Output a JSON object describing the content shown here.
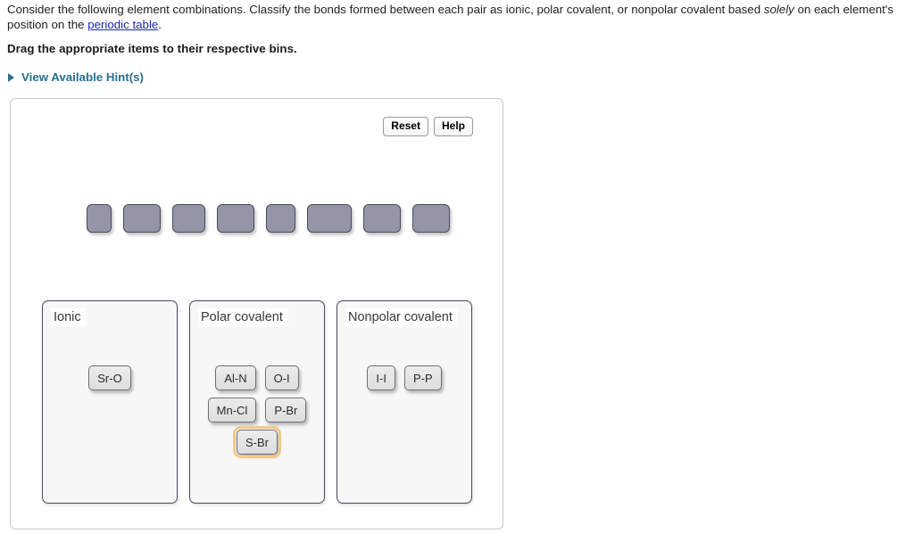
{
  "question": {
    "text_before_link": "Consider the following element combinations. Classify the bonds formed between each pair as ionic, polar covalent, or nonpolar covalent based ",
    "emphasis_word": "solely",
    "text_after_emphasis": " on each element's position on the ",
    "link_text": "periodic table",
    "text_end": ".",
    "instruction": "Drag the appropriate items to their respective bins."
  },
  "hints": {
    "triangle_icon": "triangle-right-icon",
    "label": "View Available Hint(s)"
  },
  "toolbar": {
    "reset_label": "Reset",
    "help_label": "Help"
  },
  "tray": {
    "slots": [
      {
        "name": "empty-slot-1",
        "width": 28
      },
      {
        "name": "empty-slot-2",
        "width": 42
      },
      {
        "name": "empty-slot-3",
        "width": 37
      },
      {
        "name": "empty-slot-4",
        "width": 42
      },
      {
        "name": "empty-slot-5",
        "width": 33
      },
      {
        "name": "empty-slot-6",
        "width": 50
      },
      {
        "name": "empty-slot-7",
        "width": 42
      },
      {
        "name": "empty-slot-8",
        "width": 42
      }
    ]
  },
  "bins": [
    {
      "id": "ionic",
      "title": "Ionic",
      "width": 152,
      "rows": [
        {
          "tiles": [
            {
              "label": "Sr-O",
              "selected": false
            }
          ]
        }
      ]
    },
    {
      "id": "polar-covalent",
      "title": "Polar covalent",
      "width": 152,
      "rows": [
        {
          "tiles": [
            {
              "label": "Al-N",
              "selected": false
            },
            {
              "label": "O-I",
              "selected": false
            }
          ]
        },
        {
          "tiles": [
            {
              "label": "Mn-Cl",
              "selected": false
            },
            {
              "label": "P-Br",
              "selected": false
            }
          ]
        },
        {
          "tiles": [
            {
              "label": "S-Br",
              "selected": true
            }
          ]
        }
      ]
    },
    {
      "id": "nonpolar-covalent",
      "title": "Nonpolar covalent",
      "width": 152,
      "rows": [
        {
          "tiles": [
            {
              "label": "I-I",
              "selected": false
            },
            {
              "label": "P-P",
              "selected": false
            }
          ]
        }
      ]
    }
  ],
  "colors": {
    "link": "#1a24c4",
    "hint": "#25718f",
    "slot_fill": "#9595a8",
    "slot_border": "#4b4b5e",
    "tile_border": "#6e6e78",
    "selected_ring": "#f2c98a",
    "bin_border": "#4a4a5c"
  }
}
